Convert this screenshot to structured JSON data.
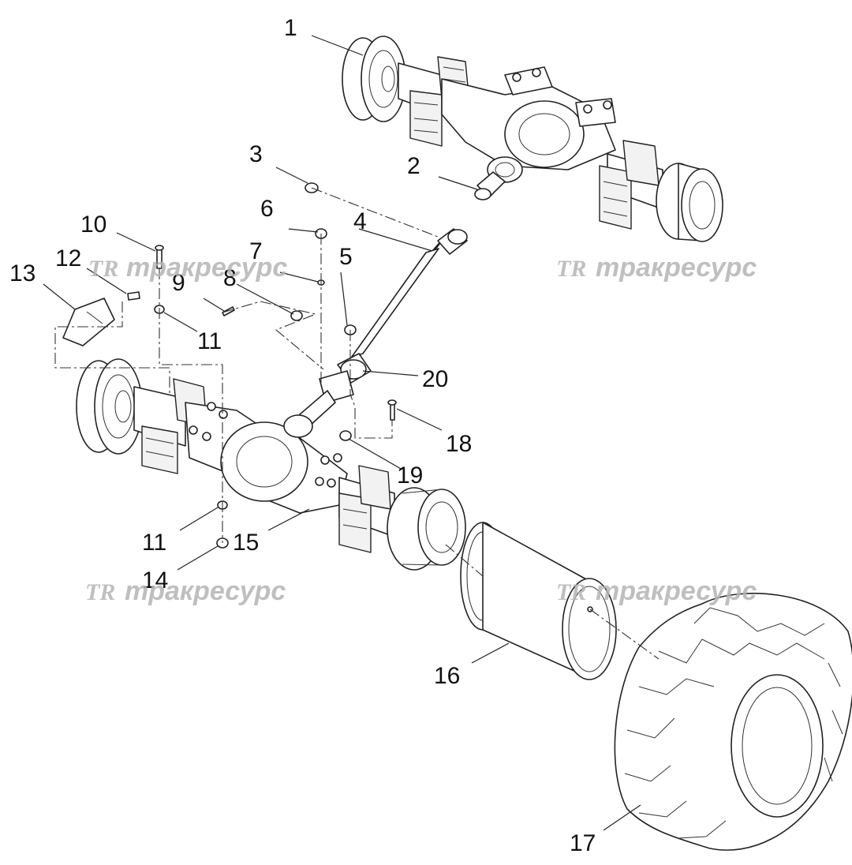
{
  "diagram": {
    "callouts": [
      "1",
      "2",
      "3",
      "4",
      "5",
      "6",
      "7",
      "8",
      "9",
      "10",
      "11",
      "11",
      "12",
      "13",
      "14",
      "15",
      "16",
      "17",
      "18",
      "19",
      "20"
    ],
    "watermark": {
      "logo": "TR",
      "text": "тракресурс"
    }
  }
}
